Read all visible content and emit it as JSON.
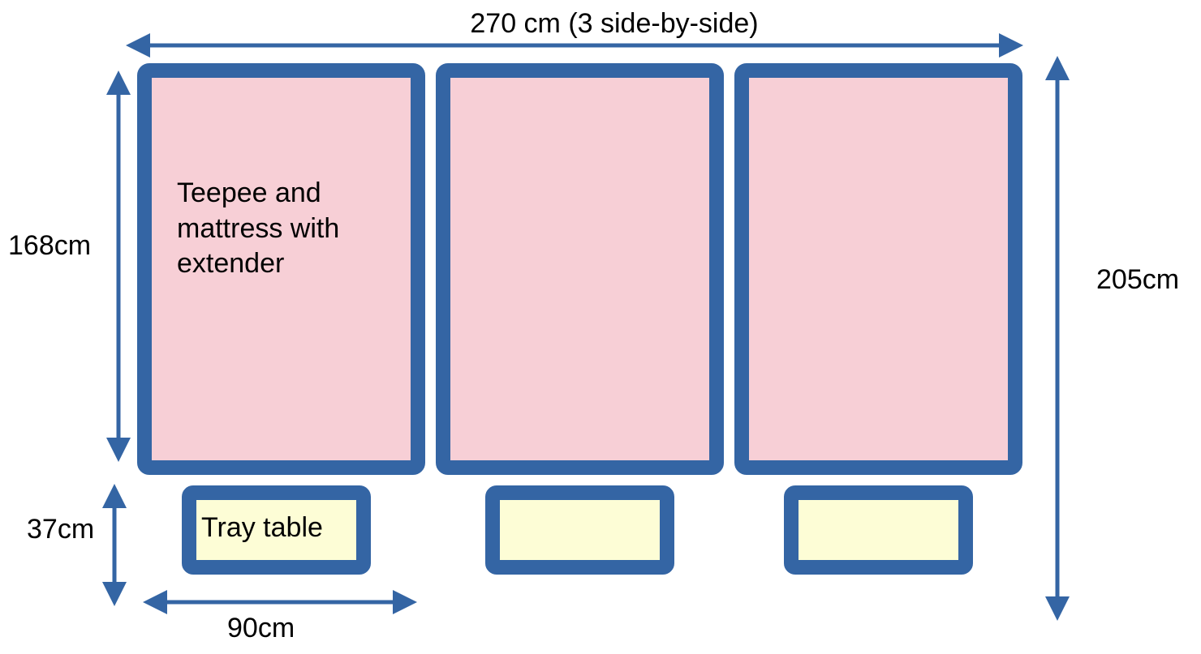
{
  "title": "270 cm (3 side-by-side)",
  "dimensions": {
    "mattress_height": "168cm",
    "total_height": "205cm",
    "tray_height": "37cm",
    "unit_width": "90cm"
  },
  "mattresses": [
    {
      "label_lines": [
        "Teepee and",
        "mattress with",
        "extender"
      ]
    },
    {
      "label_lines": []
    },
    {
      "label_lines": []
    }
  ],
  "trays": [
    {
      "label": "Tray table"
    },
    {
      "label": ""
    },
    {
      "label": ""
    }
  ],
  "colors": {
    "frame": "#3465a4",
    "mattress_fill": "#f7cfd6",
    "tray_fill": "#fdfdd6"
  }
}
